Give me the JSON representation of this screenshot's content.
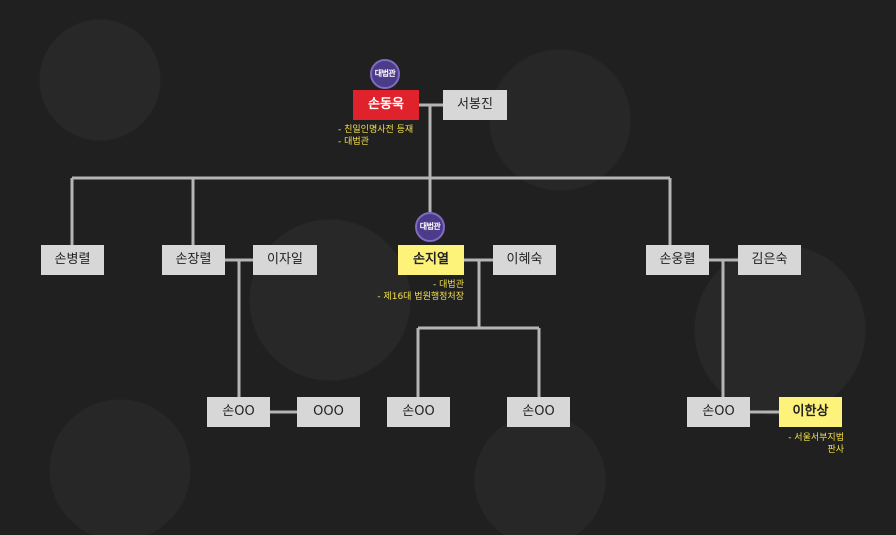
{
  "badge_label": "대법관",
  "colors": {
    "red": "#e0222c",
    "yellow": "#fdf27a",
    "gray": "#d7d7d7",
    "badge": "#4c3a8a",
    "line": "#b5b5b5"
  },
  "tree": {
    "root": {
      "name": "손동욱",
      "spouse": "서봉진",
      "notes": [
        "- 친일인명사전 등재",
        "- 대법관"
      ]
    },
    "child1": {
      "name": "손병렬"
    },
    "child2": {
      "name": "손장렬",
      "spouse": "이자일"
    },
    "child3": {
      "name": "손지열",
      "spouse": "이혜숙",
      "notes": [
        "- 대법관",
        "- 제16대 법원행정처장"
      ]
    },
    "child4": {
      "name": "손웅렬",
      "spouse": "김은숙"
    },
    "gc1": {
      "name": "손OO",
      "spouse": "OOO"
    },
    "gc2": {
      "name": "손OO"
    },
    "gc3": {
      "name": "손OO"
    },
    "gc4": {
      "name": "손OO",
      "spouse": "이한상",
      "spouse_notes": [
        "- 서울서부지법",
        "판사"
      ]
    }
  }
}
